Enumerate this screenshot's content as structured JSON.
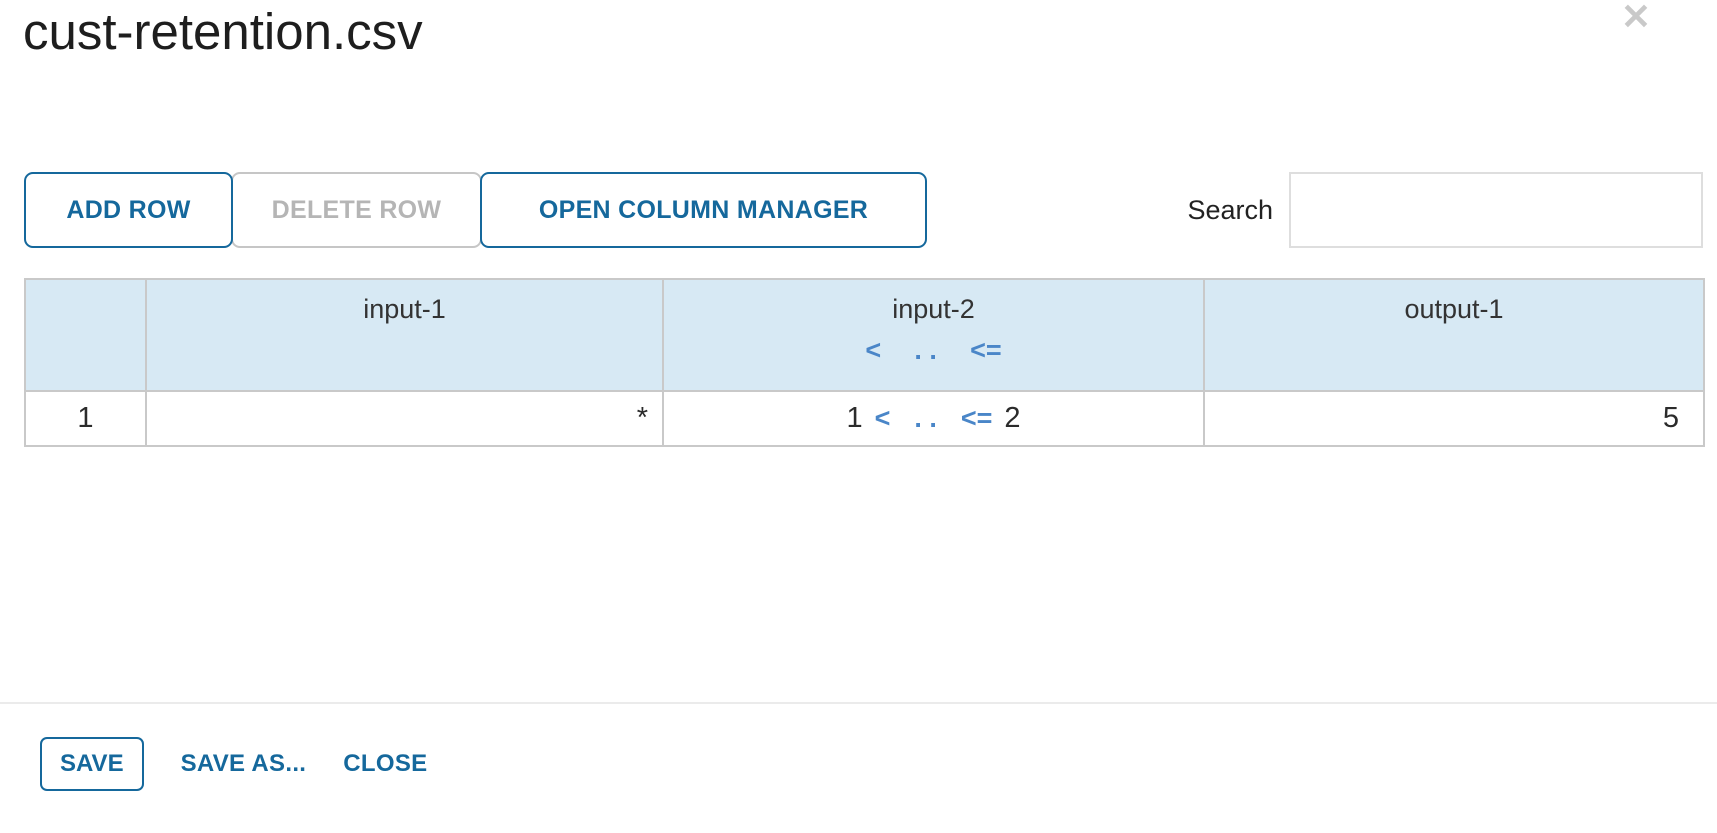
{
  "dialog": {
    "title": "cust-retention.csv"
  },
  "icons": {
    "close": "✕"
  },
  "toolbar": {
    "add_row_label": "ADD ROW",
    "delete_row_label": "DELETE ROW",
    "open_column_manager_label": "OPEN COLUMN MANAGER",
    "search_label": "Search",
    "search_value": "",
    "search_placeholder": ""
  },
  "table": {
    "columns": [
      {
        "label": ""
      },
      {
        "label": "input-1"
      },
      {
        "label": "input-2",
        "has_operators": true
      },
      {
        "label": "output-1"
      }
    ],
    "operators": {
      "lt": "<",
      "dots": ". .",
      "lte": "<="
    },
    "rows": [
      {
        "num": "1",
        "input1": "*",
        "input2_lower": "1",
        "input2_upper": "2",
        "output1": "5"
      }
    ]
  },
  "footer": {
    "save_label": "SAVE",
    "save_as_label": "SAVE AS...",
    "close_label": "CLOSE"
  },
  "colors": {
    "accent_blue": "#15689c",
    "operator_blue": "#4a86c8",
    "header_bg": "#d7e9f4",
    "border_gray": "#c9c9c9",
    "disabled_text": "#b5b5b5",
    "disabled_border": "#c6c6c6",
    "close_icon_gray": "#c9c9c9"
  }
}
